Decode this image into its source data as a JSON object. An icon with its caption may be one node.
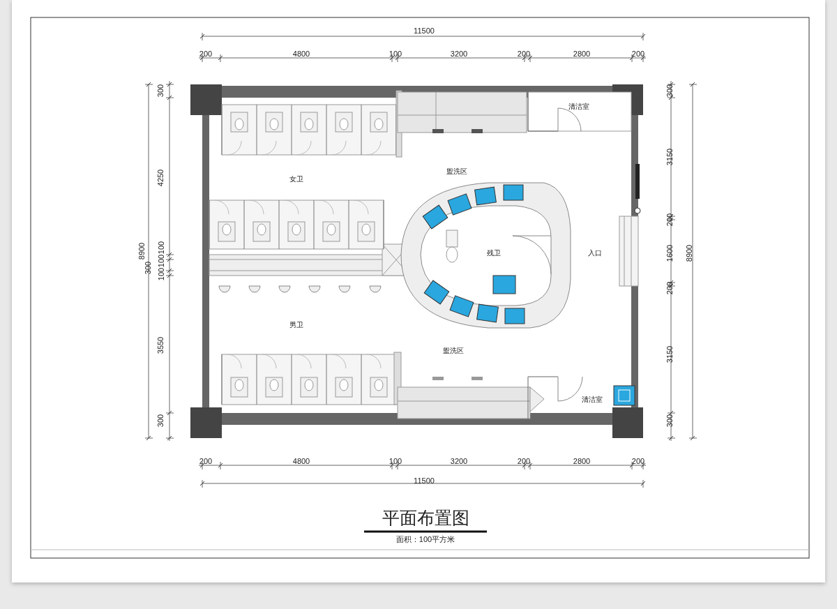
{
  "diagram": {
    "title": "平面布置图",
    "caption": "面积：100平方米",
    "nodes": [
      {
        "text": [
          "清洁室"
        ]
      },
      {
        "text": [
          "盥洗区"
        ]
      },
      {
        "text": [
          "女卫"
        ]
      },
      {
        "text": [
          "残卫"
        ]
      },
      {
        "text": [
          "入口"
        ]
      },
      {
        "text": [
          "男卫"
        ]
      },
      {
        "text": [
          "盥洗区"
        ]
      },
      {
        "text": [
          "清洁室"
        ]
      }
    ],
    "edges": [],
    "labels": [
      "11500",
      "200",
      "4800",
      "100",
      "3200",
      "200",
      "2800",
      "200",
      "300",
      "4250",
      "8900",
      "300",
      "100",
      "100",
      "100",
      "3550",
      "300",
      "300",
      "3150",
      "200",
      "1600",
      "200",
      "3150",
      "300",
      "8900",
      "200",
      "4800",
      "100",
      "3200",
      "200",
      "2800",
      "200",
      "11500"
    ]
  }
}
